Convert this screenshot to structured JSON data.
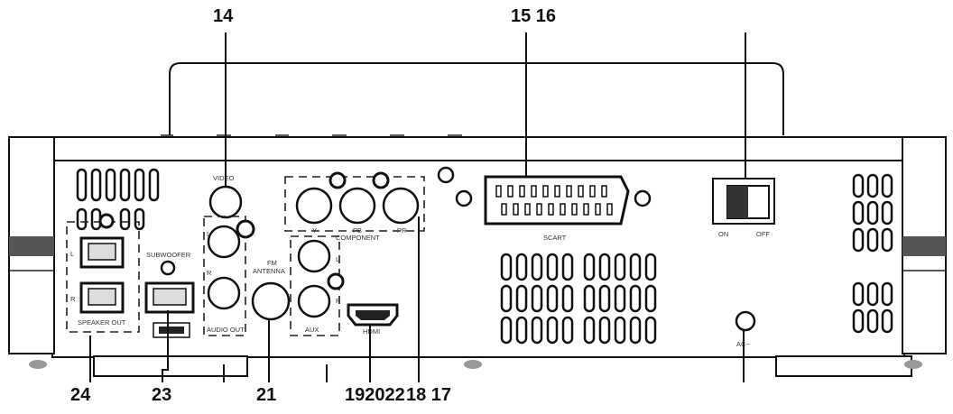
{
  "callouts": {
    "top_14": "14",
    "top_15_16": "15 16",
    "bottom_24": "24",
    "bottom_23": "23",
    "bottom_21": "21",
    "bottom_19_20_22": "192022",
    "bottom_18_17": "18 17"
  },
  "panel_labels": {
    "video": "VIDEO",
    "subwoofer": "SUBWOOFER",
    "fm_antenna_1": "FM",
    "fm_antenna_2": "ANTENNA",
    "audio_out": "AUDIO OUT",
    "speaker_out": "SPEAKER OUT",
    "component": "COMPONENT",
    "y": "Y",
    "pb": "PB",
    "pr": "PR",
    "aux": "AUX",
    "hdmi": "HDMI",
    "scart": "SCART",
    "on": "ON",
    "off": "OFF",
    "ac": "AC~",
    "l1": "L",
    "r1": "R",
    "l2": "L",
    "r2": "R",
    "spk_l": "L",
    "spk_r": "R"
  }
}
